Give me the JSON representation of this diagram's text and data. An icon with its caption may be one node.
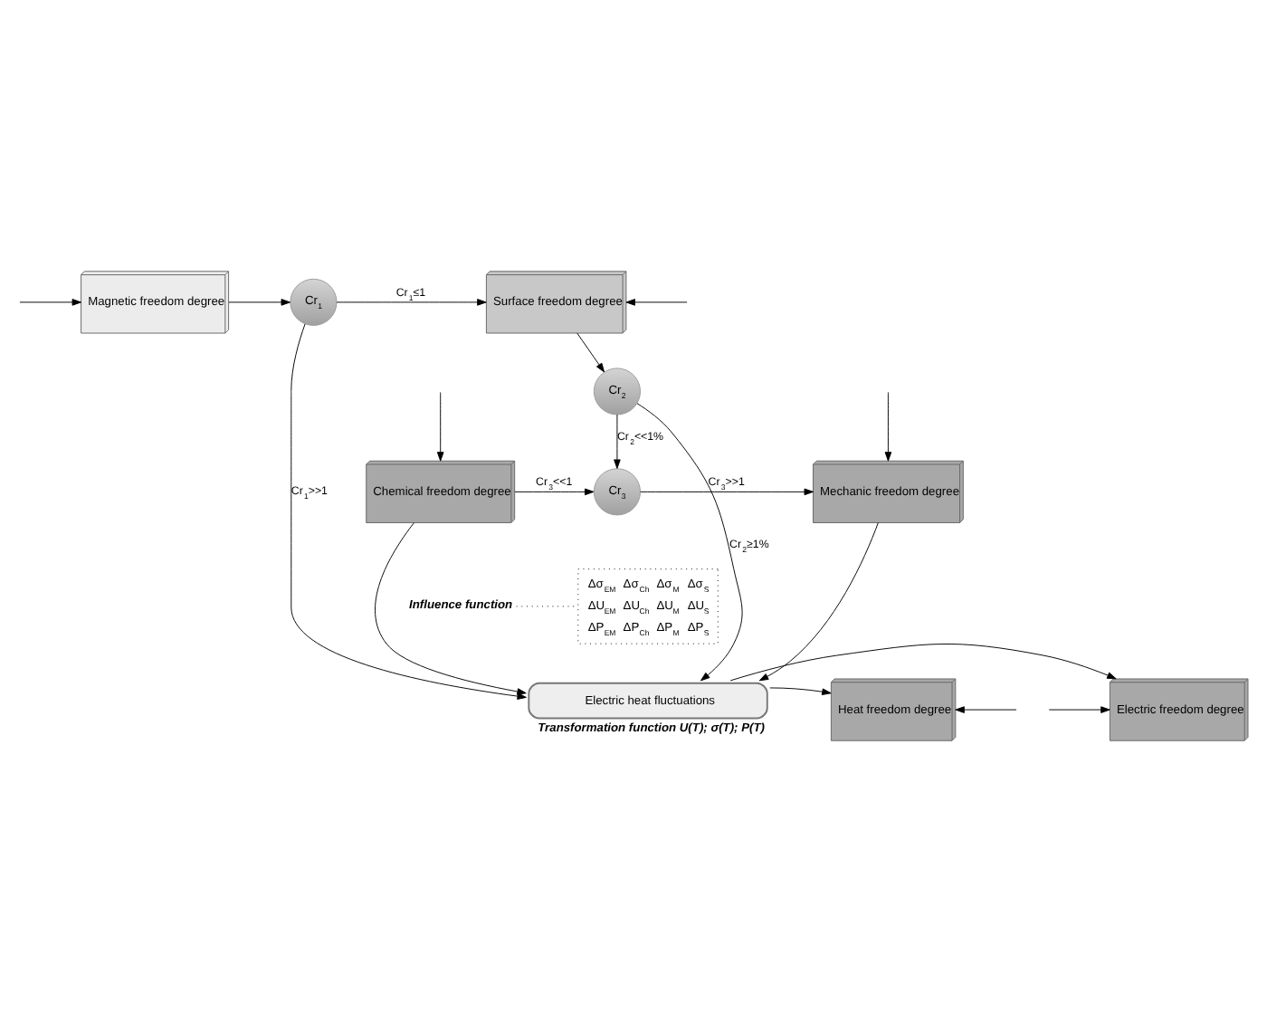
{
  "diagram": {
    "nodes": [
      {
        "text": [
          "Magnetic freedom degree"
        ]
      },
      {
        "text": [
          "Cr$_{1}$"
        ]
      },
      {
        "text": [
          "Surface freedom degree"
        ]
      },
      {
        "text": [
          "Cr$_{2}$"
        ]
      },
      {
        "text": [
          "Chemical freedom degree"
        ]
      },
      {
        "text": [
          "Cr$_{3}$"
        ]
      },
      {
        "text": [
          "Mechanic freedom degree"
        ]
      },
      {
        "text": [
          "Δσ$_{EM}$",
          "Δσ$_{Ch}$",
          "Δσ$_{M}$",
          "Δσ$_{S}$",
          "ΔU$_{EM}$",
          "ΔU$_{Ch}$",
          "ΔU$_{M}$",
          "ΔU$_{S}$",
          "ΔP$_{EM}$",
          "ΔP$_{Ch}$",
          "ΔP$_{M}$",
          "ΔP$_{S}$"
        ]
      },
      {
        "text": [
          "Influence function"
        ]
      },
      {
        "text": [
          "Electric freedom degree"
        ]
      },
      {
        "text": [
          "Electric heat fluctuations"
        ],
        "beside": [
          "Transformation function U(T); σ(T); P(T)"
        ]
      },
      {
        "text": [
          "Heat freedom degree"
        ]
      }
    ],
    "edges": [
      {
        "from": null,
        "to": 0,
        "arrow": "to"
      },
      {
        "from": 0,
        "to": 1,
        "arrow": "to"
      },
      {
        "from": 1,
        "to": 2,
        "arrow": "to",
        "label": "Cr$_{1}$≤1"
      },
      {
        "from": null,
        "to": 2,
        "arrow": "to"
      },
      {
        "from": 2,
        "to": 3,
        "arrow": "to"
      },
      {
        "from": 3,
        "to": 5,
        "arrow": "to",
        "label": "Cr$_{2}$<<1%"
      },
      {
        "from": null,
        "to": 4,
        "arrow": "to"
      },
      {
        "from": null,
        "to": 6,
        "arrow": "to"
      },
      {
        "from": 4,
        "to": 5,
        "arrow": "to",
        "label": "Cr$_{3}$<<1"
      },
      {
        "from": 5,
        "to": 6,
        "arrow": "to",
        "label": "Cr$_{3}$>>1"
      },
      {
        "from": 1,
        "to": 10,
        "arrow": "to",
        "label": "Cr$_{1}$>>1"
      },
      {
        "from": 4,
        "to": 10,
        "arrow": "to"
      },
      {
        "from": 6,
        "to": 10,
        "arrow": "to"
      },
      {
        "from": 3,
        "to": 10,
        "arrow": "to",
        "label": "Cr$_{2}$≥1%"
      },
      {
        "from": 8,
        "to": 7,
        "arrow": "none",
        "style": "dashed"
      },
      {
        "from": null,
        "to": 9,
        "arrow": "to"
      },
      {
        "from": null,
        "to": 11,
        "arrow": "to"
      },
      {
        "from": 10,
        "to": 9,
        "arrow": "to"
      },
      {
        "from": 10,
        "to": 11,
        "arrow": "to"
      }
    ]
  }
}
